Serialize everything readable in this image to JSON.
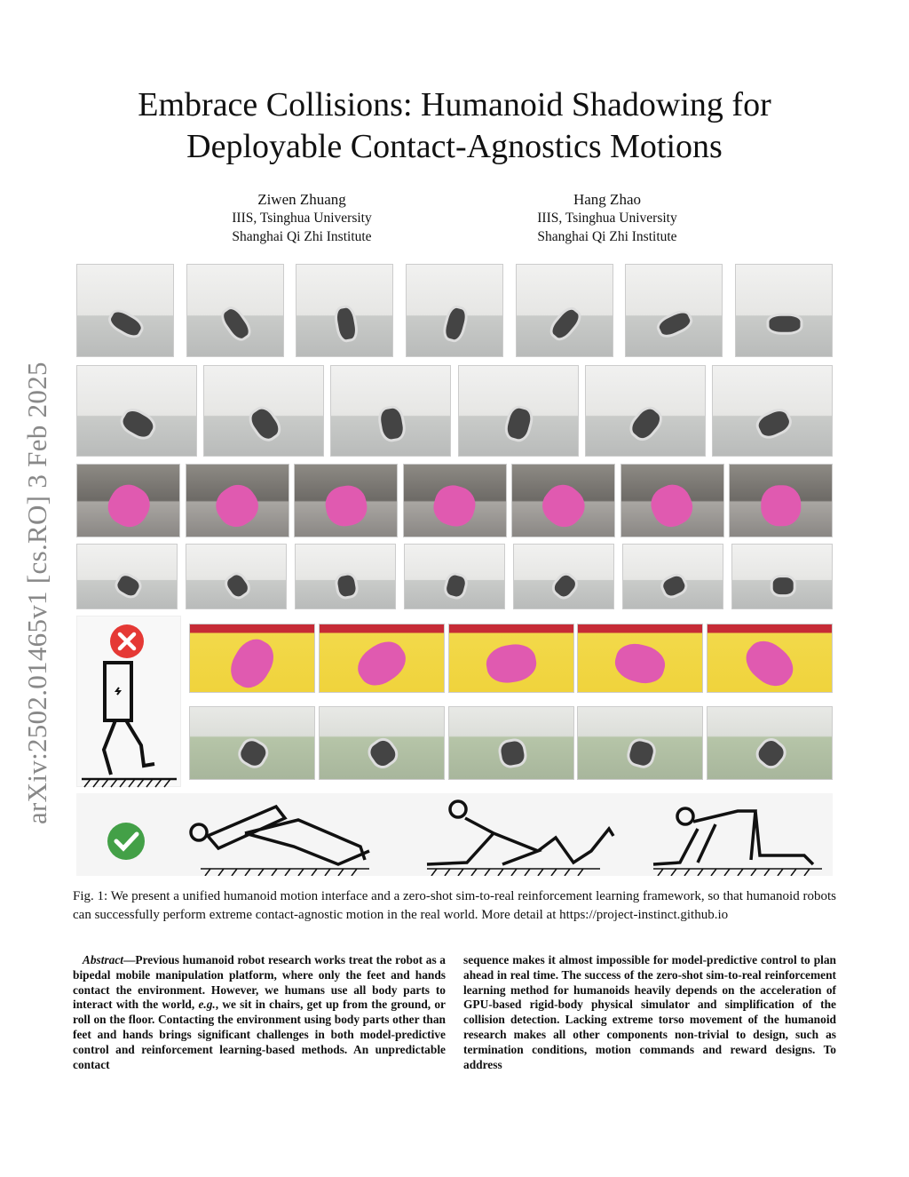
{
  "side_stamp": "arXiv:2502.01465v1  [cs.RO]  3 Feb 2025",
  "title_line1": "Embrace Collisions: Humanoid Shadowing for",
  "title_line2": "Deployable Contact-Agnostics Motions",
  "authors": [
    {
      "name": "Ziwen Zhuang",
      "affil1": "IIIS, Tsinghua University",
      "affil2": "Shanghai Qi Zhi Institute"
    },
    {
      "name": "Hang Zhao",
      "affil1": "IIIS, Tsinghua University",
      "affil2": "Shanghai Qi Zhi Institute"
    }
  ],
  "figure": {
    "caption": "Fig. 1: We present a unified humanoid motion interface and a zero-shot sim-to-real reinforcement learning framework, so that humanoid robots can successfully perform extreme contact-agnostic motion in the real world. More detail at https://project-instinct.github.io",
    "fail_icon": "red-x-icon",
    "success_icon": "green-check-icon",
    "colors": {
      "fail": "#e53935",
      "success": "#43a047",
      "human": "#e05ab0"
    }
  },
  "abstract": {
    "label": "Abstract",
    "col1": "—Previous humanoid robot research works treat the robot as a bipedal mobile manipulation platform, where only the feet and hands contact the environment. However, we humans use all body parts to interact with the world, ",
    "eg": "e.g.",
    "col1b": ", we sit in chairs, get up from the ground, or roll on the floor. Contacting the environment using body parts other than feet and hands brings significant challenges in both model-predictive control and reinforcement learning-based methods. An unpredictable contact",
    "col2": "sequence makes it almost impossible for model-predictive control to plan ahead in real time. The success of the zero-shot sim-to-real reinforcement learning method for humanoids heavily depends on the acceleration of GPU-based rigid-body physical simulator and simplification of the collision detection. Lacking extreme torso movement of the humanoid research makes all other components non-trivial to design, such as termination conditions, motion commands and reward designs. To address"
  }
}
